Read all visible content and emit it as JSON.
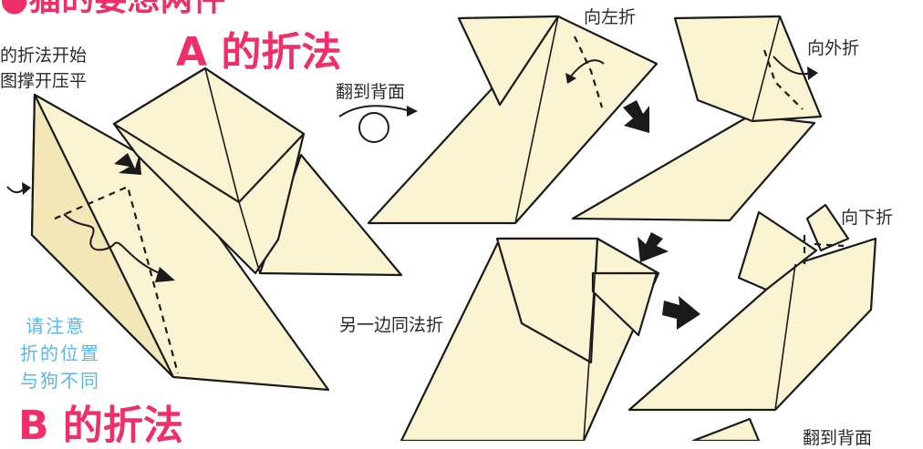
{
  "headings": {
    "top_partial": "●猫的要想两件",
    "a_title": "A 的折法",
    "b_title": "B 的折法"
  },
  "notes": {
    "left_line1": "的折法开始",
    "left_line2": "图撑开压平",
    "flip_back": "翻到背面",
    "fold_left": "向左折",
    "fold_out": "向外折",
    "fold_down": "向下折",
    "other_side": "另一边同法折",
    "blue_line1": "请注意",
    "blue_line2": "折的位置",
    "blue_line3": "与狗不同",
    "bottom_partial": "翻到背面"
  },
  "colors": {
    "heading": "#ee2f69",
    "paper": "#faf4d2",
    "note_blue": "#5ab7e8",
    "ink": "#1a1a1a"
  }
}
